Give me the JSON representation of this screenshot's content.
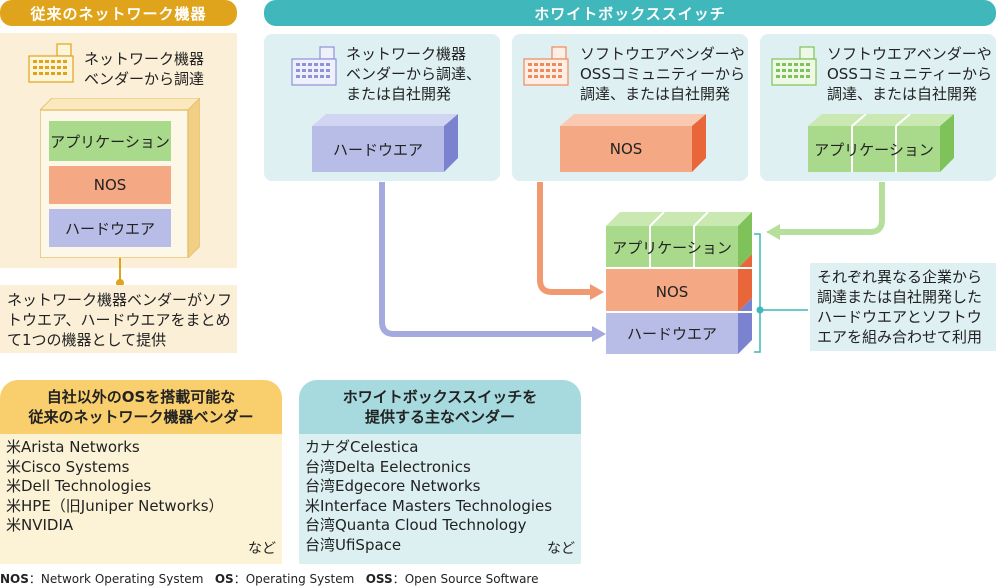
{
  "headers": {
    "legacy": "従来のネットワーク機器",
    "whitebox": "ホワイトボックススイッチ"
  },
  "legacy": {
    "source_line1": "ネットワーク機器",
    "source_line2": "ベンダーから調達",
    "layers": [
      "アプリケーション",
      "NOS",
      "ハードウエア"
    ],
    "note": "ネットワーク機器ベンダーがソフトウエア、ハードウエアをまとめて1つの機器として提供"
  },
  "whitebox": {
    "hw_source": [
      "ネットワーク機器",
      "ベンダーから調達、",
      "または自社開発"
    ],
    "hw_label": "ハードウエア",
    "nos_source": [
      "ソフトウエアベンダーや",
      "OSSコミュニティーから",
      "調達、または自社開発"
    ],
    "nos_label": "NOS",
    "app_source": [
      "ソフトウエアベンダーや",
      "OSSコミュニティーから",
      "調達、または自社開発"
    ],
    "app_label": "アプリケーション",
    "stack": [
      "アプリケーション",
      "NOS",
      "ハードウエア"
    ],
    "note": "それぞれ異なる企業から調達または自社開発したハードウエアとソフトウエアを組み合わせて利用"
  },
  "vendors_legacy": {
    "title_line1": "自社以外のOSを搭載可能な",
    "title_line2": "従来のネットワーク機器ベンダー",
    "items": [
      "米Arista Networks",
      "米Cisco Systems",
      "米Dell Technologies",
      "米HPE（旧Juniper Networks）",
      "米NVIDIA"
    ],
    "etc": "など"
  },
  "vendors_whitebox": {
    "title_line1": "ホワイトボックススイッチを",
    "title_line2": "提供する主なベンダー",
    "items": [
      "カナダCelestica",
      "台湾Delta Eelectronics",
      "台湾Edgecore Networks",
      "米Interface Masters Technologies",
      "台湾Quanta Cloud Technology",
      "台湾UfiSpace"
    ],
    "etc": "など"
  },
  "footnote": {
    "nos_abbr": "NOS",
    "nos_full": "Network  Operating System",
    "os_abbr": "OS",
    "os_full": "Operating System",
    "oss_abbr": "OSS",
    "oss_full": "Open Source Software"
  },
  "colors": {
    "orange_header": "#e0a41c",
    "teal_header": "#3fb7bb",
    "app_green": "#a9d98a",
    "nos_salmon": "#f4a883",
    "hw_lavender": "#b8bde8"
  },
  "icons": [
    "building-icon"
  ]
}
